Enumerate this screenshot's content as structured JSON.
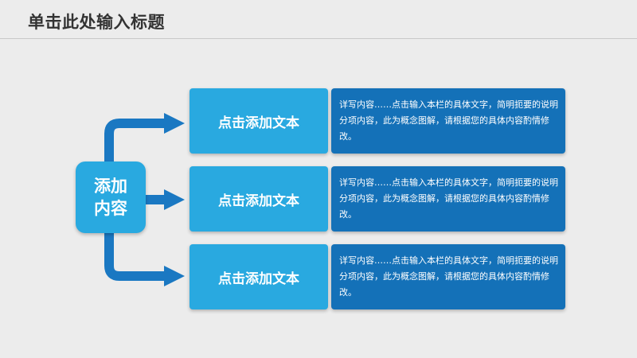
{
  "slide": {
    "title": "单击此处输入标题"
  },
  "diagram": {
    "center_label": "添加内容",
    "items": [
      {
        "label": "点击添加文本",
        "description": "详写内容……点击输入本栏的具体文字，简明扼要的说明分项内容，此为概念图解，请根据您的具体内容酌情修改。"
      },
      {
        "label": "点击添加文本",
        "description": "详写内容……点击输入本栏的具体文字，简明扼要的说明分项内容，此为概念图解，请根据您的具体内容酌情修改。"
      },
      {
        "label": "点击添加文本",
        "description": "详写内容……点击输入本栏的具体文字，简明扼要的说明分项内容，此为概念图解，请根据您的具体内容酌情修改。"
      }
    ]
  },
  "colors": {
    "background": "#ececec",
    "title_text": "#333333",
    "light_blue": "#29a9e0",
    "dark_blue": "#1471b8",
    "arrow_blue": "#1a78c2"
  },
  "icons": {
    "connector": "arrow-right-icon"
  }
}
